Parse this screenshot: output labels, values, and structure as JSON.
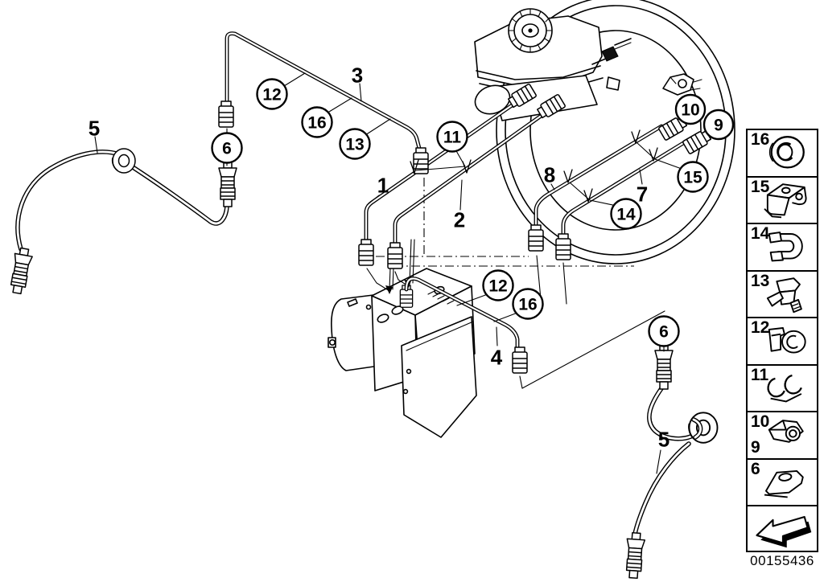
{
  "window": {
    "title": "Brake pipe front parts diagram",
    "paper_color": "#ffffff",
    "ink_color": "#000000"
  },
  "diagram": {
    "plain_labels": [
      {
        "text": "5"
      },
      {
        "text": "3"
      },
      {
        "text": "1"
      },
      {
        "text": "2"
      },
      {
        "text": "8"
      },
      {
        "text": "7"
      },
      {
        "text": "4"
      },
      {
        "text": "5"
      }
    ],
    "circled_callouts": [
      {
        "text": "12"
      },
      {
        "text": "16"
      },
      {
        "text": "13"
      },
      {
        "text": "6"
      },
      {
        "text": "11"
      },
      {
        "text": "10"
      },
      {
        "text": "9"
      },
      {
        "text": "15"
      },
      {
        "text": "14"
      },
      {
        "text": "12"
      },
      {
        "text": "16"
      },
      {
        "text": "6"
      }
    ]
  },
  "legend": {
    "items": [
      {
        "number": "16",
        "icon": "grommet-icon"
      },
      {
        "number": "15",
        "icon": "pipe-holder-icon"
      },
      {
        "number": "14",
        "icon": "pipe-clip-icon"
      },
      {
        "number": "13",
        "icon": "spring-clamp-icon"
      },
      {
        "number": "12",
        "icon": "grommet-clip-icon"
      },
      {
        "number": "11",
        "icon": "double-pipe-clip-icon"
      },
      {
        "number": "10",
        "secondary_number": "9",
        "icon": "union-nut-icon"
      },
      {
        "number": "6",
        "icon": "bracket-icon"
      }
    ],
    "direction_cell_icon": "direction-arrow-icon",
    "part_number": "00155436"
  }
}
